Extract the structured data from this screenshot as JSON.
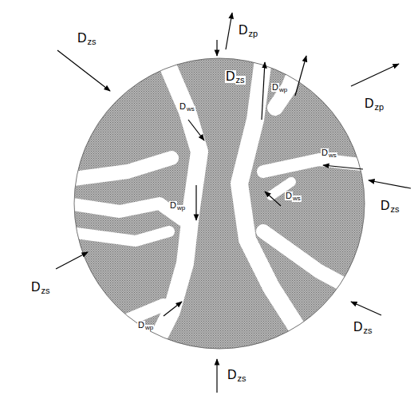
{
  "diagram": {
    "labels": [
      "D",
      "zs",
      "D",
      "zp",
      "D",
      "zs",
      "D",
      "wp",
      "D",
      "ws",
      "D",
      "zp",
      "D",
      "ws",
      "D",
      "zs",
      "D",
      "ws",
      "D",
      "wp",
      "D",
      "zs",
      "D",
      "wp",
      "D",
      "zs",
      "D",
      "zs"
    ]
  }
}
